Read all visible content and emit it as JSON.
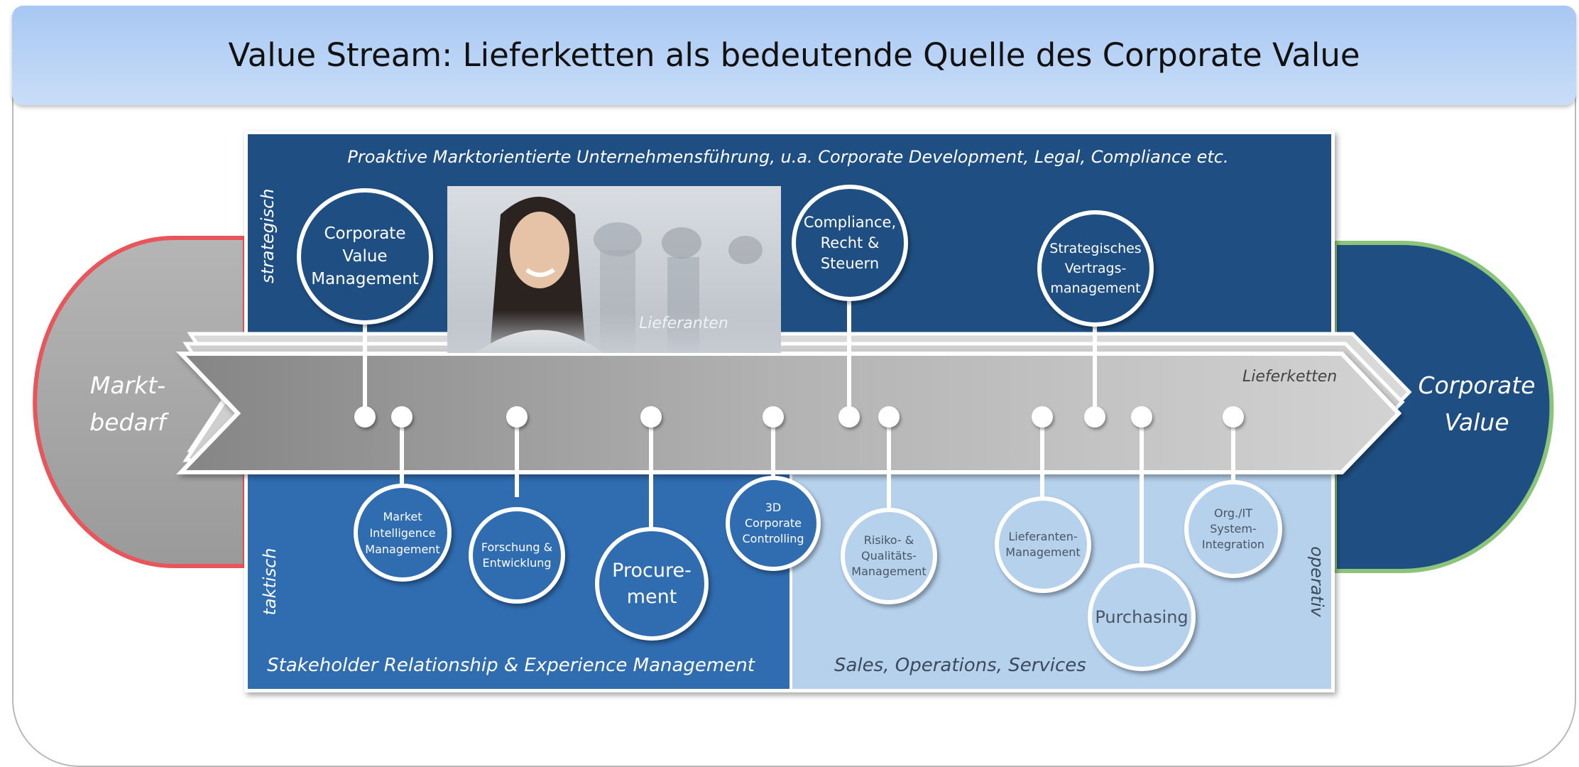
{
  "title": "Value Stream: Lieferketten als bedeutende Quelle des Corporate Value",
  "left_end_label": "Markt-\nbedarf",
  "right_end_label": "Corporate\nValue",
  "strategic_header": "Proaktive Marktorientierte Unternehmensführung, u.a. Corporate Development, Legal, Compliance etc.",
  "tactical_header": "Stakeholder Relationship & Experience Management",
  "operational_header": "Sales, Operations, Services",
  "vertical_labels": {
    "strategic": "strategisch",
    "tactical": "taktisch",
    "operational": "operativ"
  },
  "photo_caption": "Lieferanten",
  "arrow_label": "Lieferketten",
  "colors": {
    "strategic_band": "#1f4f82",
    "tactical_band": "#2f6cb0",
    "operational_band": "#b6d1ec",
    "market_demand_border": "#e8555a",
    "corporate_value_border": "#8cc57a",
    "title_bar": "#b7d2f5"
  },
  "nodes": {
    "corporate_value_management": "Corporate\nValue\nManagement",
    "compliance": "Compliance,\nRecht &\nSteuern",
    "strategic_contract": "Strategisches\nVertrags-\nmanagement",
    "market_intelligence": "Market\nIntelligence\nManagement",
    "research_development": "Forschung &\nEntwicklung",
    "procurement": "Procure-\nment",
    "corporate_controlling": "3D\nCorporate\nControlling",
    "risk_quality": "Risiko- &\nQualitäts-\nManagement",
    "supplier_management": "Lieferanten-\nManagement",
    "purchasing": "Purchasing",
    "org_it": "Org./IT\nSystem-\nIntegration"
  }
}
